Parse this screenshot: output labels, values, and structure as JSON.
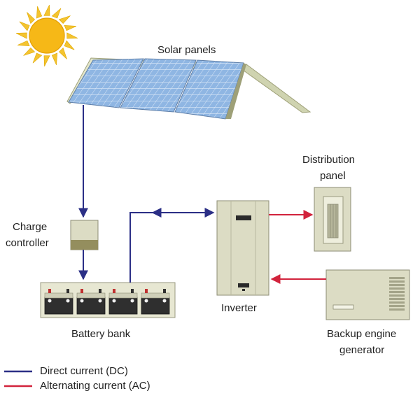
{
  "labels": {
    "solar_panels": "Solar panels",
    "charge_controller_line1": "Charge",
    "charge_controller_line2": "controller",
    "distribution_line1": "Distribution",
    "distribution_line2": "panel",
    "inverter": "Inverter",
    "battery_bank": "Battery bank",
    "generator_line1": "Backup engine",
    "generator_line2": "generator"
  },
  "legend": {
    "dc": "Direct current (DC)",
    "ac": "Alternating current (AC)"
  },
  "colors": {
    "dc": "#2b2f86",
    "ac": "#d2233c",
    "sun_core": "#f6b817",
    "sun_ray": "#f4c430",
    "panel_cell": "#8fb6e3",
    "panel_grid": "#dbe8f7",
    "roof": "#cfd3b0",
    "equipment": "#dcdcc4",
    "equipment_stroke": "#8d8d75"
  }
}
